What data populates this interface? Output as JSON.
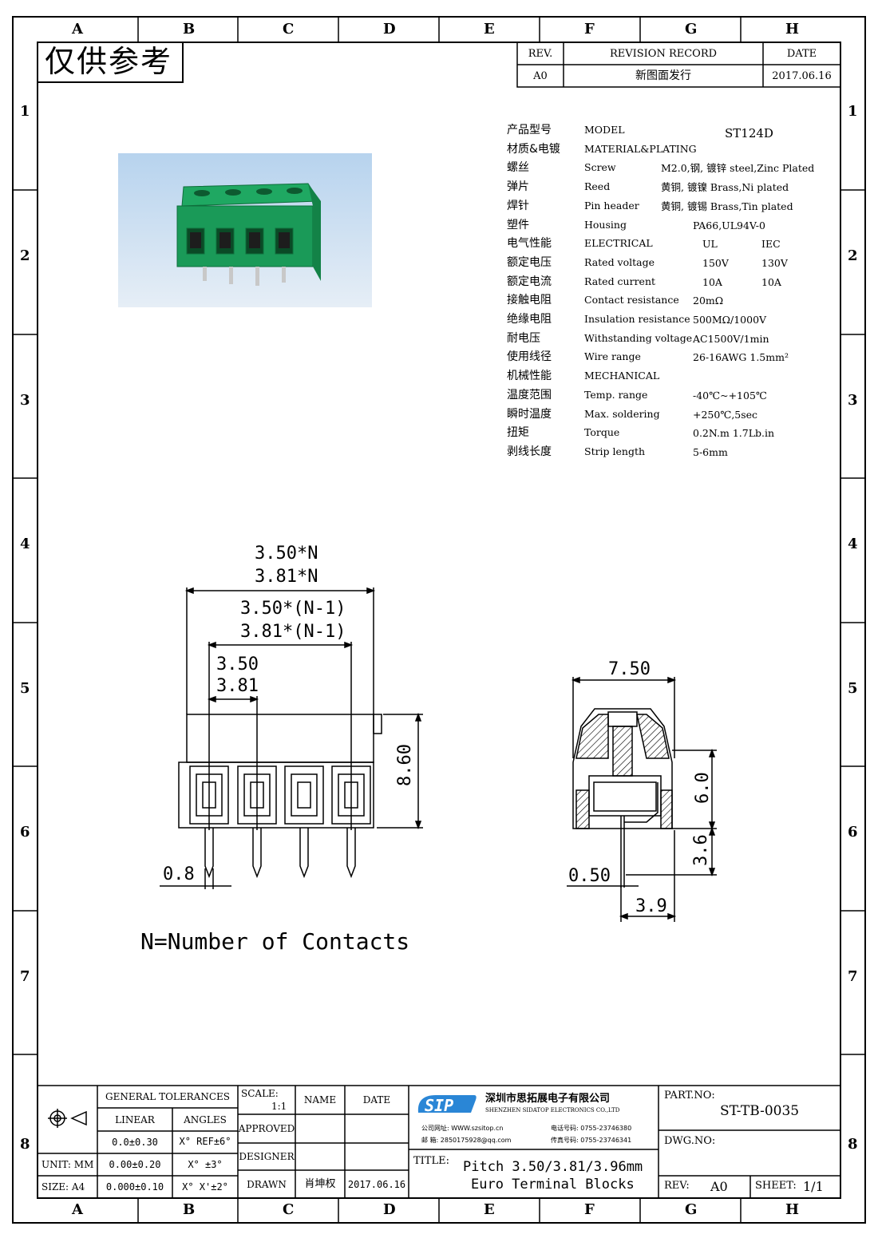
{
  "frame": {
    "columns": [
      "A",
      "B",
      "C",
      "D",
      "E",
      "F",
      "G",
      "H"
    ],
    "rows": [
      "1",
      "2",
      "3",
      "4",
      "5",
      "6",
      "7",
      "8"
    ]
  },
  "stamp": "仅供参考",
  "revision": {
    "rev_header": "REV.",
    "record_header": "REVISION RECORD",
    "date_header": "DATE",
    "rev": "A0",
    "record": "新图面发行",
    "date": "2017.06.16"
  },
  "specs": [
    {
      "cn": "产品型号",
      "en": "MODEL",
      "v1": "ST124D",
      "v2": ""
    },
    {
      "cn": "材质&电镀",
      "en": "MATERIAL&PLATING",
      "v1": "",
      "v2": ""
    },
    {
      "cn": "螺丝",
      "en": "Screw",
      "v1": "M2.0,钢, 镀锌 steel,Zinc Plated",
      "v2": ""
    },
    {
      "cn": "弹片",
      "en": "Reed",
      "v1": "黄铜, 镀镍 Brass,Ni plated",
      "v2": ""
    },
    {
      "cn": "焊针",
      "en": "Pin header",
      "v1": "黄铜, 镀锡 Brass,Tin plated",
      "v2": ""
    },
    {
      "cn": "塑件",
      "en": "Housing",
      "v1": "PA66,UL94V-0",
      "v2": ""
    },
    {
      "cn": "电气性能",
      "en": "ELECTRICAL",
      "v1": "UL",
      "v2": "IEC"
    },
    {
      "cn": "额定电压",
      "en": "Rated voltage",
      "v1": "150V",
      "v2": "130V"
    },
    {
      "cn": "额定电流",
      "en": "Rated current",
      "v1": "10A",
      "v2": "10A"
    },
    {
      "cn": "接触电阻",
      "en": "Contact resistance",
      "v1": "20mΩ",
      "v2": ""
    },
    {
      "cn": "绝缘电阻",
      "en": "Insulation resistance",
      "v1": "500MΩ/1000V",
      "v2": ""
    },
    {
      "cn": "耐电压",
      "en": "Withstanding voltage",
      "v1": "AC1500V/1min",
      "v2": ""
    },
    {
      "cn": "使用线径",
      "en": "Wire range",
      "v1": "26-16AWG 1.5mm²",
      "v2": ""
    },
    {
      "cn": "机械性能",
      "en": "MECHANICAL",
      "v1": "",
      "v2": ""
    },
    {
      "cn": "温度范围",
      "en": "Temp. range",
      "v1": "-40℃~+105℃",
      "v2": ""
    },
    {
      "cn": "瞬时温度",
      "en": "Max. soldering",
      "v1": "+250℃,5sec",
      "v2": ""
    },
    {
      "cn": "扭矩",
      "en": "Torque",
      "v1": "0.2N.m  1.7Lb.in",
      "v2": ""
    },
    {
      "cn": "剥线长度",
      "en": "Strip length",
      "v1": "5-6mm",
      "v2": ""
    }
  ],
  "front_view": {
    "dim_total_a": "3.50*N",
    "dim_total_b": "3.81*N",
    "dim_pitch_n1_a": "3.50*(N-1)",
    "dim_pitch_n1_b": "3.81*(N-1)",
    "dim_pitch_a": "3.50",
    "dim_pitch_b": "3.81",
    "dim_height": "8.60",
    "dim_pin": "0.8",
    "note": "N=Number of Contacts"
  },
  "side_view": {
    "dim_width": "7.50",
    "dim_upper": "6.0",
    "dim_pin_len": "3.6",
    "dim_pin_thk": "0.50",
    "dim_pin_off": "3.9"
  },
  "title_block": {
    "general_tolerances": "GENERAL TOLERANCES",
    "linear": "LINEAR",
    "angles": "ANGLES",
    "tol_rows": [
      {
        "linear": "0.0±0.30",
        "angles": "X° REF±6°"
      },
      {
        "linear": "0.00±0.20",
        "angles": "X° ±3°"
      },
      {
        "linear": "0.000±0.10",
        "angles": "X° X'±2°"
      }
    ],
    "unit": "UNIT: MM",
    "size": "SIZE: A4",
    "scale_label": "SCALE:",
    "scale_value": "1:1",
    "name": "NAME",
    "date": "DATE",
    "approved": "APPROVED",
    "designer": "DESIGNER",
    "drawn": "DRAWN",
    "drawn_name": "肖坤权",
    "drawn_date": "2017.06.16",
    "company_cn": "深圳市思拓展电子有限公司",
    "company_en": "SHENZHEN SIDATOP ELECTRONICS CO.,LTD",
    "contact_lines": [
      "公司网址: WWW.szsitop.cn",
      "电话号码: 0755-23746380",
      "邮    箱: 2850175928@qq.com",
      "传真号码: 0755-23746341"
    ],
    "title_label": "TITLE:",
    "title_line1": "Pitch 3.50/3.81/3.96mm",
    "title_line2": "Euro Terminal Blocks",
    "part_no_label": "PART.NO:",
    "part_no": "ST-TB-0035",
    "dwg_no_label": "DWG.NO:",
    "rev_label": "REV:",
    "rev_value": "A0",
    "sheet_label": "SHEET:",
    "sheet_value": "1/1"
  },
  "colors": {
    "housing": "#1e9a5a",
    "housing_dark": "#117a42",
    "photo_bg": "#a8c8e8",
    "logo": "#2a86d6"
  }
}
